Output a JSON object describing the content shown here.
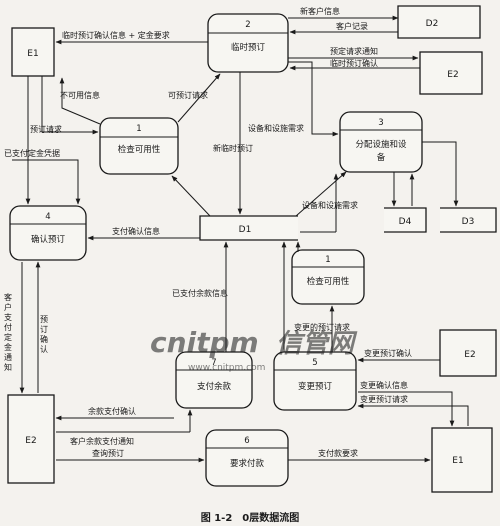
{
  "entities": {
    "e1_top": "E1",
    "e2_right": "E2",
    "d2": "D2",
    "d1": "D1",
    "d4": "D4",
    "d3": "D3",
    "e2_mid_right": "E2",
    "e2_bottom_left": "E2",
    "e1_bottom_right": "E1"
  },
  "processes": {
    "p2": {
      "num": "2",
      "name": "临时预订"
    },
    "p1a": {
      "num": "1",
      "name": "检查可用性"
    },
    "p3": {
      "num": "3",
      "name_line1": "分配设施和设",
      "name_line2": "备"
    },
    "p4": {
      "num": "4",
      "name": "确认预订"
    },
    "p1b": {
      "num": "1",
      "name": "检查可用性"
    },
    "p7": {
      "num": "7",
      "name": "支付余款"
    },
    "p5": {
      "num": "5",
      "name": "变更预订"
    },
    "p6": {
      "num": "6",
      "name": "要求付款"
    }
  },
  "flows": {
    "new_customer_info": "新客户信息",
    "customer_record": "客户记录",
    "temp_confirm_deposit": "临时预订确认信息 + 定金要求",
    "prebook_notice": "预定请求通知",
    "temp_confirm": "临时预订确认",
    "unavailable_info": "不可用信息",
    "bookable_request": "可预订请求",
    "booking_request": "预订请求",
    "facility_demand_top": "设备和设施需求",
    "new_temp_booking": "新临时预订",
    "deposit_paid_voucher": "已支付定金凭据",
    "facility_demand_mid": "设备和设施需求",
    "payment_confirm_info": "支付确认信息",
    "balance_paid_info": "已支付余款信息",
    "changed_booking_request": "变更的预订请求",
    "change_confirm": "变更预订确认",
    "vertical_left": "客户支付定金通知",
    "vertical_right": "预订确认",
    "balance_payment_confirm": "余款支付确认",
    "customer_balance_notice": "客户余款支付通知",
    "change_confirm_info": "变更确认信息",
    "change_request": "变更预订请求",
    "query_booking": "查询预订",
    "payment_request": "支付款要求"
  },
  "caption": "图 1-2　0层数据流图",
  "watermark": {
    "brand": "cnitpm",
    "cn": "信管网",
    "url": "www.cnitpm.com"
  }
}
